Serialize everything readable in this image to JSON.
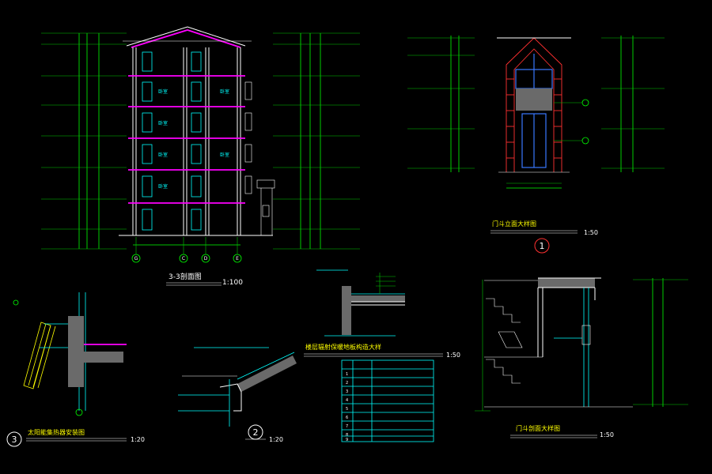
{
  "sheet": {
    "colors": {
      "background": "#000000",
      "dimension": "#00ff00",
      "wall": "#ffffff",
      "slab": "#ff00ff",
      "annotation": "#00ffff",
      "title": "#ffff00",
      "brick": "#ff3030",
      "glass": "#3a78ff"
    }
  },
  "section_33": {
    "title": "3-3剖面图",
    "scale": "1:100",
    "axis_labels": [
      "G",
      "C",
      "D",
      "E"
    ],
    "rooms": [
      "卧室",
      "卧室",
      "卧室",
      "卧室",
      "卧室",
      "卧室"
    ]
  },
  "porch_elevation": {
    "title": "门斗立面大样图",
    "scale": "1:50",
    "detail_no": "1"
  },
  "porch_section": {
    "title": "门斗剖面大样图",
    "scale": "1:50"
  },
  "solar_detail": {
    "title": "太阳能集热器安装图",
    "scale": "1:20",
    "detail_no": "3"
  },
  "eave_detail": {
    "scale": "1:20",
    "detail_no": "2"
  },
  "floor_insulation": {
    "title": "楼层辐射保暖地板构造大样",
    "scale": "1:50",
    "table_rows": [
      "1",
      "2",
      "3",
      "4",
      "5",
      "6",
      "7",
      "8",
      "9"
    ]
  }
}
